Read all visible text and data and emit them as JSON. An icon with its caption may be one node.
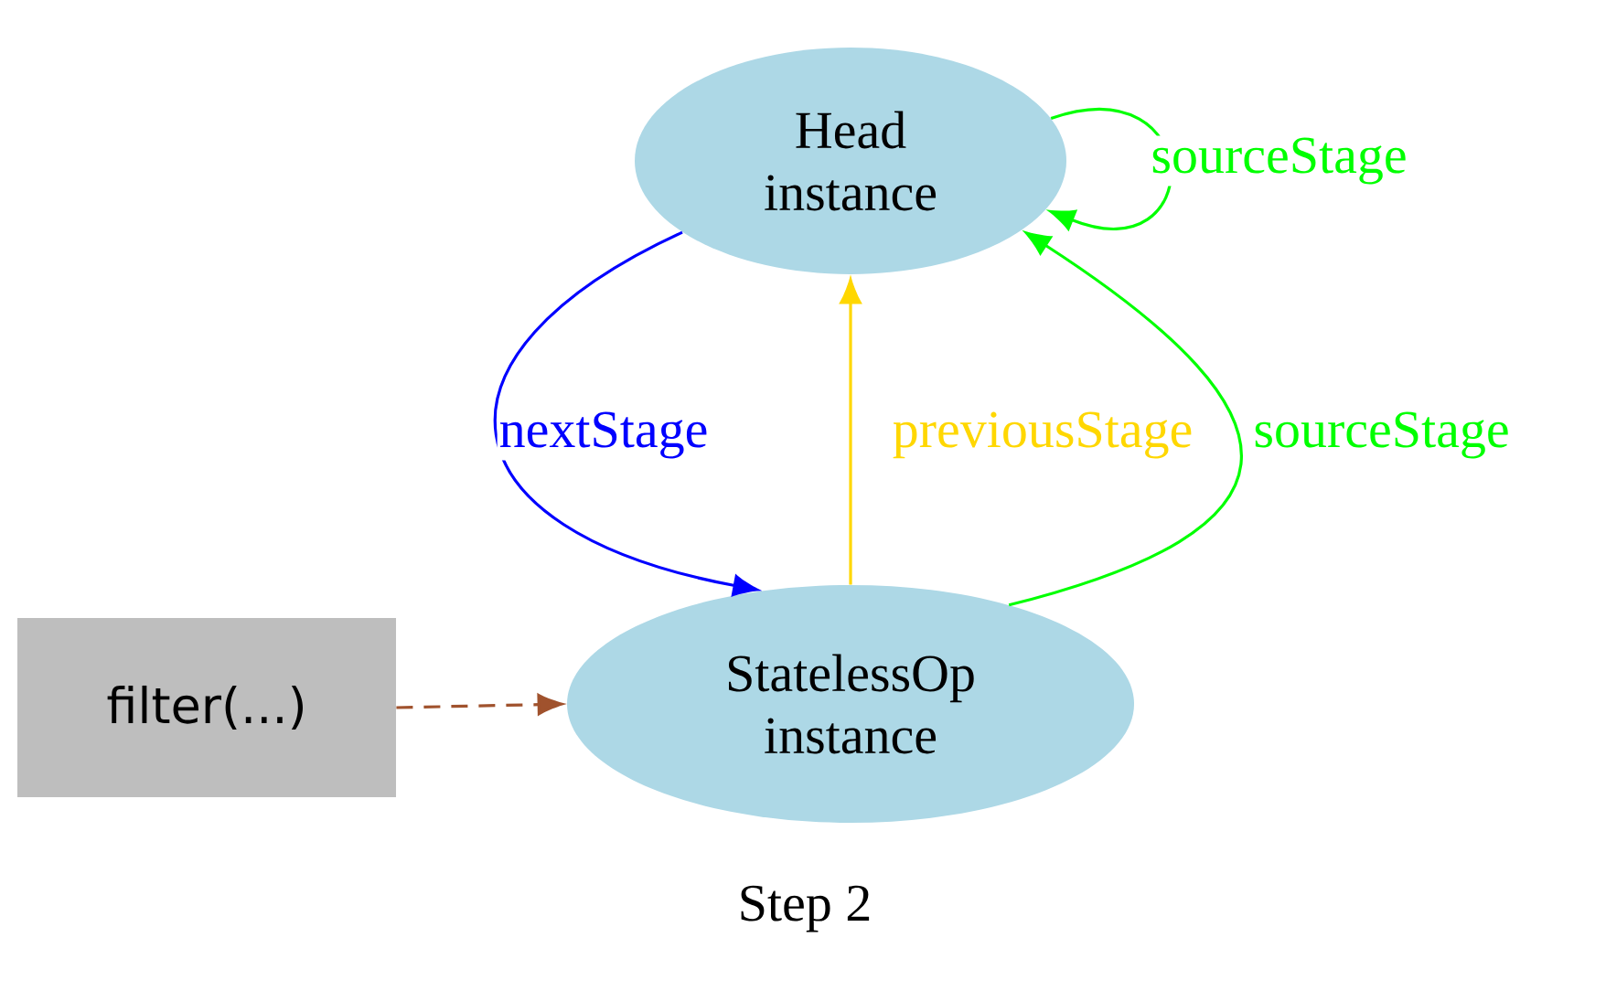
{
  "diagram": {
    "caption": "Step 2",
    "nodes": [
      {
        "text": [
          "Head instance"
        ]
      },
      {
        "text": [
          "StatelessOp instance"
        ]
      },
      {
        "text": [
          "filter(...)"
        ]
      }
    ],
    "edges": [
      {
        "from": 0,
        "to": 0,
        "arrow": "to",
        "label": "sourceStage",
        "color": "#00ff00"
      },
      {
        "from": 0,
        "to": 1,
        "arrow": "to",
        "label": "nextStage",
        "color": "#0000ff"
      },
      {
        "from": 1,
        "to": 0,
        "arrow": "to",
        "label": "previousStage",
        "color": "#ffd700"
      },
      {
        "from": 1,
        "to": 0,
        "arrow": "to",
        "label": "sourceStage",
        "color": "#00ff00"
      },
      {
        "from": 2,
        "to": 1,
        "arrow": "to",
        "style": "dashed",
        "color": "#a0522d"
      }
    ]
  }
}
